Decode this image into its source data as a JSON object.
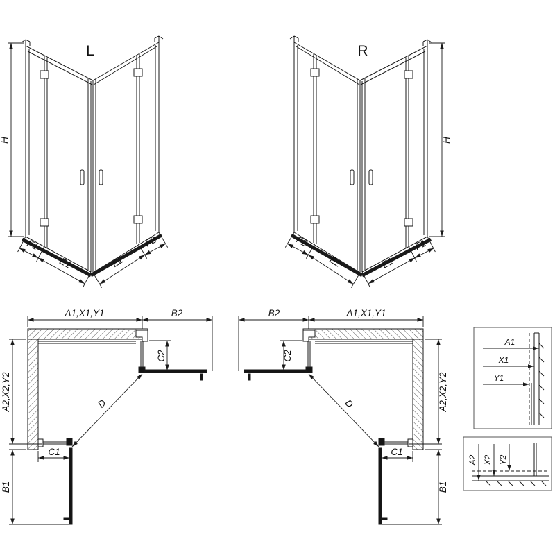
{
  "drawing": {
    "front_views": {
      "left": {
        "label": "L",
        "height_dim": "H",
        "bottom_dims": [
          "F1",
          "E1",
          "E2",
          "F2"
        ]
      },
      "right": {
        "label": "R",
        "height_dim": "H",
        "bottom_dims": [
          "F2",
          "E2",
          "E1",
          "F1"
        ]
      }
    },
    "plan_views": {
      "left": {
        "top_width_dim": "A1,X1,Y1",
        "door_top_dim": "B2",
        "fixed_top_dim": "C2",
        "side_height_dim": "A2,X2,Y2",
        "fixed_bottom_dim": "C1",
        "door_bottom_dim": "B1",
        "diagonal_dim": "D"
      },
      "right": {
        "top_width_dim": "A1,X1,Y1",
        "door_top_dim": "B2",
        "fixed_top_dim": "C2",
        "side_height_dim": "A2,X2,Y2",
        "fixed_bottom_dim": "C1",
        "door_bottom_dim": "B1",
        "diagonal_dim": "D"
      }
    },
    "detail_boxes": {
      "top": {
        "dims": [
          "A1",
          "X1",
          "Y1"
        ]
      },
      "bottom": {
        "dims": [
          "A2",
          "X2",
          "Y2"
        ]
      }
    },
    "colors": {
      "line": "#1a1a1a",
      "background": "#ffffff"
    }
  }
}
